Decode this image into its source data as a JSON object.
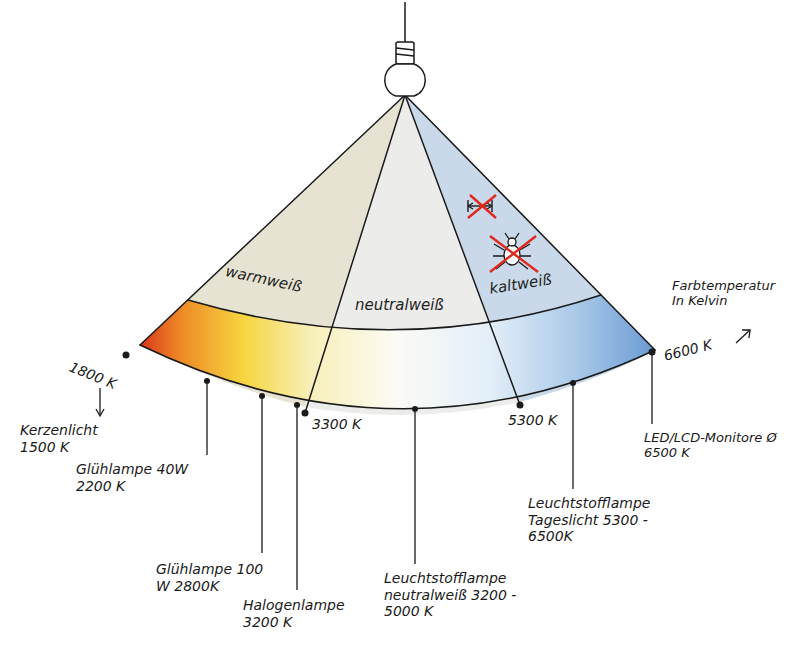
{
  "diagram": {
    "nodes": [
      {
        "text": [
          "warmweiß"
        ]
      },
      {
        "text": [
          "neutralweiß"
        ]
      },
      {
        "text": [
          "kaltweiß"
        ]
      }
    ],
    "labels": [
      "1800 K",
      "Kerzenlicht 1500 K",
      "Farbtemperatur In Kelvin",
      "6600 K",
      "Glühlampe 40W 2200 K",
      "Glühlampe 100 W 2800K",
      "Halogenlampe 3200 K",
      "3300 K",
      "Leuchtstofflampe neutralweiß 3200 - 5000 K",
      "5300 K",
      "Leuchtstofflampe Tageslicht 5300 - 6500K",
      "LED/LCD-Monitore Ø 6500 K"
    ]
  }
}
